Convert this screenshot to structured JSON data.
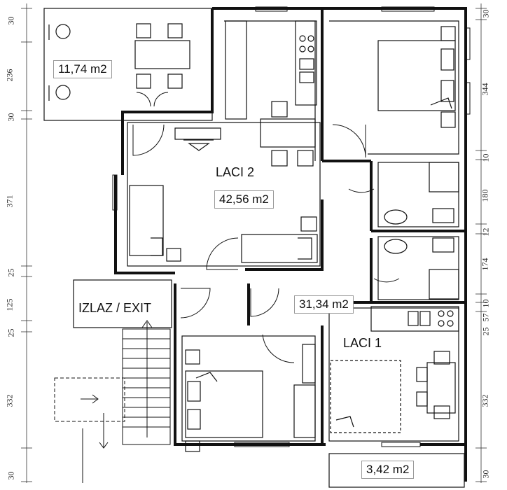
{
  "rooms": {
    "laci2": {
      "name": "LACI 2",
      "area": "42,56 m2"
    },
    "laci1": {
      "name": "LACI 1",
      "area": "31,34 m2"
    },
    "terrace_top": {
      "area": "11,74 m2"
    },
    "balcony_bottom": {
      "area": "3,42 m2"
    },
    "exit": {
      "name": "IZLAZ / EXIT"
    }
  },
  "dimensions": {
    "left": [
      "30",
      "236",
      "30",
      "371",
      "25",
      "125",
      "25",
      "332",
      "30"
    ],
    "right": [
      "30",
      "344",
      "10",
      "180",
      "12",
      "174",
      "25",
      "57",
      "10",
      "332",
      "30"
    ]
  }
}
